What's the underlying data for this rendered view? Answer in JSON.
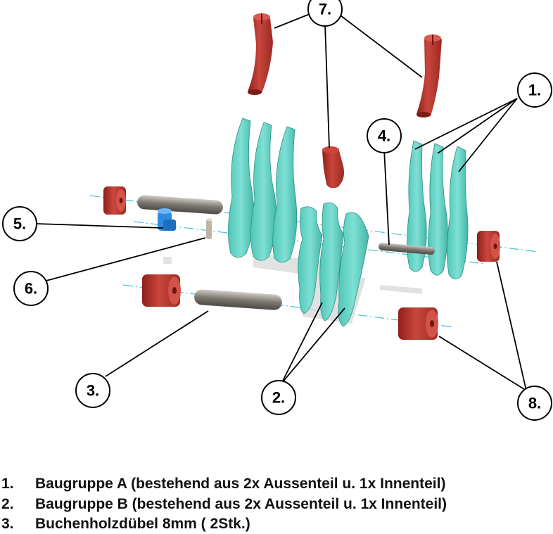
{
  "callouts": {
    "c1": "1.",
    "c2": "2.",
    "c3": "3.",
    "c4": "4.",
    "c5": "5.",
    "c6": "6.",
    "c7": "7.",
    "c8": "8."
  },
  "legend": [
    {
      "num": "1.",
      "text": "Baugruppe A (bestehend aus 2x Aussenteil u. 1x Innenteil)"
    },
    {
      "num": "2.",
      "text": "Baugruppe B (bestehend aus 2x Aussenteil u. 1x Innenteil)"
    },
    {
      "num": "3.",
      "text": "Buchenholzdübel 8mm ( 2Stk.)"
    }
  ],
  "colors": {
    "mint_part": "#5fd0c3",
    "mint_shadow": "#cfd6d4",
    "red_part": "#b8332c",
    "rod_grey": "#8a8680",
    "blue_part": "#2f8be0",
    "axis_line": "#43c2d6"
  }
}
